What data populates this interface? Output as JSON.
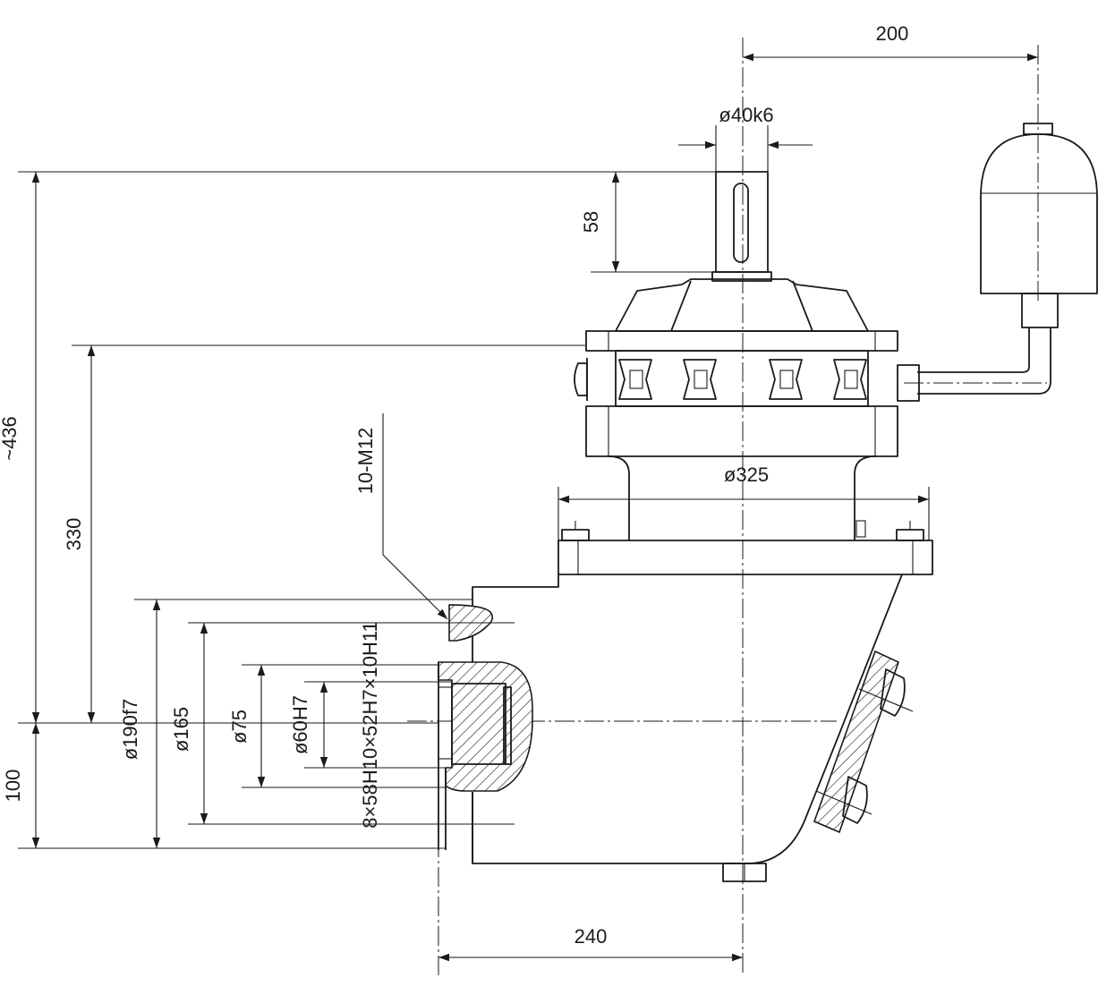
{
  "labels": {
    "offset_top": "200",
    "shaft_dia": "ø40k6",
    "shaft_len": "58",
    "overall_height": "~436",
    "flange_height": "330",
    "bolts": "10-M12",
    "flange_dia": "ø325",
    "pilot_dia": "ø190f7",
    "bolt_circle": "ø165",
    "bore_outer": "ø75",
    "bore_inner": "ø60H7",
    "spline": "8×58H10×52H7×10H11",
    "bottom_height": "100",
    "horizontal_offset": "240"
  },
  "colors": {
    "line": "#1a1a1a",
    "background": "#ffffff"
  }
}
